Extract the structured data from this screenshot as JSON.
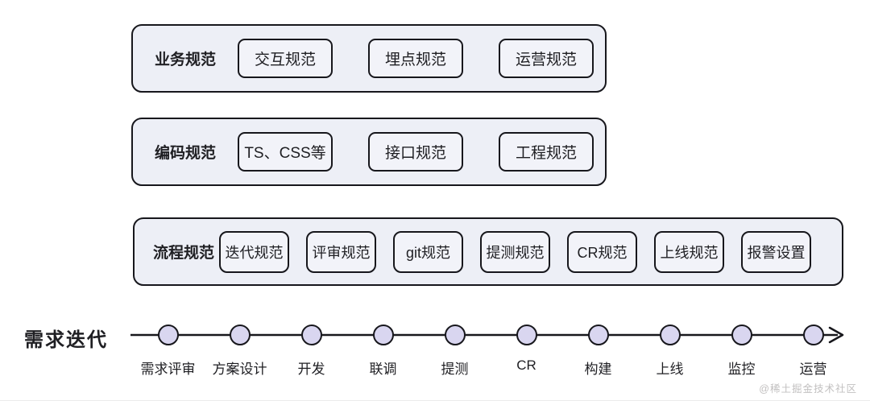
{
  "sections": [
    {
      "label": "业务规范",
      "items": [
        "交互规范",
        "埋点规范",
        "运营规范"
      ]
    },
    {
      "label": "编码规范",
      "items": [
        "TS、CSS等",
        "接口规范",
        "工程规范"
      ]
    },
    {
      "label": "流程规范",
      "items": [
        "迭代规范",
        "评审规范",
        "git规范",
        "提测规范",
        "CR规范",
        "上线规范",
        "报警设置"
      ]
    }
  ],
  "timeline": {
    "label": "需求迭代",
    "stages": [
      "需求评审",
      "方案设计",
      "开发",
      "联调",
      "提测",
      "CR",
      "构建",
      "上线",
      "监控",
      "运营"
    ]
  },
  "watermark": "@稀土掘金技术社区",
  "colors": {
    "background": "#ffffff",
    "panel_fill": "#edeff6",
    "box_fill": "#f2f3f9",
    "border": "#17171c",
    "dot_fill": "#d9d6f0",
    "text": "#1f1f23",
    "watermark_text": "#c2c0c0"
  }
}
